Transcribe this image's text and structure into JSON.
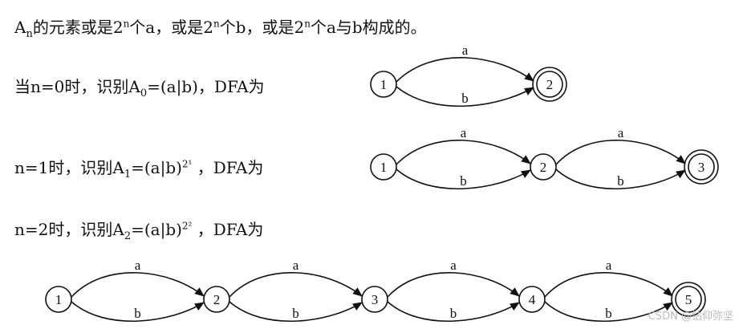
{
  "intro": {
    "A": "A",
    "sub": "n",
    "t1": "的元素或是2",
    "sup1": "n",
    "t2": "个a，或是2",
    "sup2": "n",
    "t3": "个b，或是2",
    "sup3": "n",
    "t4": "个a与b构成的。"
  },
  "cases": [
    {
      "pre": "当n=0时，识别A",
      "sub": "0",
      "mid": "=(a|b)",
      "sup": "",
      "post": "，DFA为"
    },
    {
      "pre": "n=1时，识别A",
      "sub": "1",
      "mid": "=(a|b)",
      "sup": "2¹",
      "post": "，DFA为"
    },
    {
      "pre": "n=2时，识别A",
      "sub": "2",
      "mid": "=(a|b)",
      "sup": "2²",
      "post": "，DFA为"
    }
  ],
  "dfas": [
    {
      "states": [
        "1",
        "2"
      ],
      "accept": "2",
      "edge_labels": [
        "a",
        "b"
      ]
    },
    {
      "states": [
        "1",
        "2",
        "3"
      ],
      "accept": "3",
      "edge_labels": [
        "a",
        "b"
      ]
    },
    {
      "states": [
        "1",
        "2",
        "3",
        "4",
        "5"
      ],
      "accept": "5",
      "edge_labels": [
        "a",
        "b"
      ]
    }
  ],
  "watermark": "CSDN @钻仰弥坚"
}
